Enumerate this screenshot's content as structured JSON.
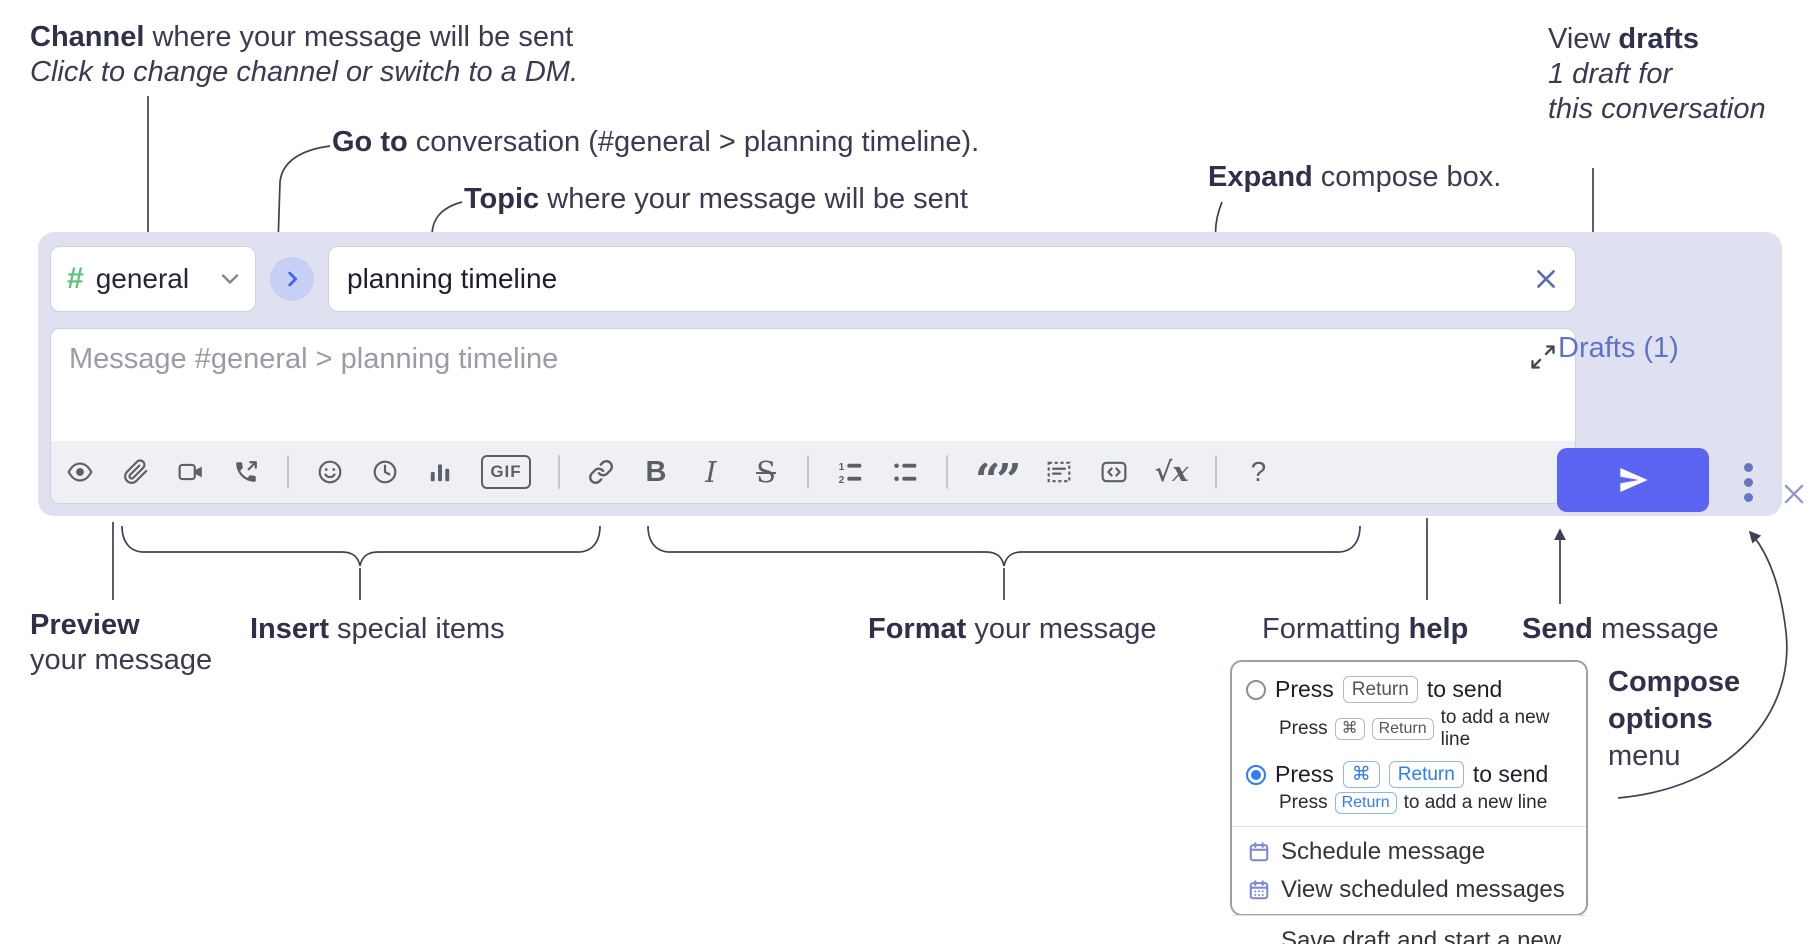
{
  "colors": {
    "annotation_text": "#3a3a52",
    "compose_bg": "#dfe1f1",
    "send_button": "#5a64f1",
    "drafts_link": "#6273c3",
    "channel_hash_green": "#5cc377",
    "goto_chevron_blue": "#3f63f2",
    "radio_selected_blue": "#2e7cf6",
    "menu_icon_purple": "#7b85dd"
  },
  "annotations": {
    "channel": {
      "bold": "Channel",
      "rest": " where your message will be sent",
      "sub": "Click to change channel or switch to a DM."
    },
    "goto": {
      "bold": "Go to",
      "rest": " conversation (#general > planning timeline)."
    },
    "topic": {
      "bold": "Topic",
      "rest": " where your message will be sent"
    },
    "expand": {
      "bold": "Expand",
      "rest": " compose box."
    },
    "view_drafts": {
      "pre": "View ",
      "bold": "drafts",
      "line2": "1 draft for",
      "line3": "this conversation"
    },
    "preview": {
      "bold": "Preview",
      "line2": "your message"
    },
    "insert": {
      "bold": "Insert",
      "rest": " special items"
    },
    "format": {
      "bold": "Format",
      "rest": " your message"
    },
    "help": {
      "pre": "Formatting ",
      "bold": "help"
    },
    "send": {
      "bold": "Send",
      "rest": " message"
    },
    "compose_options": {
      "line1": "Compose",
      "line2": "options",
      "line3": "menu"
    }
  },
  "compose": {
    "channel": {
      "hash": "#",
      "name": "general"
    },
    "topic": {
      "value": "planning timeline"
    },
    "message": {
      "placeholder": "Message #general > planning timeline"
    },
    "drafts_link": "Drafts (1)",
    "toolbar": {
      "gif": "GIF",
      "bold": "B",
      "italic": "I",
      "strike": "S",
      "quote": "“”",
      "math": "√x",
      "help": "?"
    }
  },
  "menu": {
    "option1": {
      "text1": "Press",
      "kbd1": "Return",
      "text2": "to send",
      "sub1": "Press",
      "sub_kbd1": "⌘",
      "sub_kbd2": "Return",
      "sub2": "to add a new line"
    },
    "option2": {
      "text1": "Press",
      "kbd1": "⌘",
      "kbd2": "Return",
      "text2": "to send",
      "sub1": "Press",
      "sub_kbd1": "Return",
      "sub2": "to add a new line"
    },
    "items": [
      "Schedule message",
      "View scheduled messages",
      "Save draft and start a new message"
    ]
  }
}
